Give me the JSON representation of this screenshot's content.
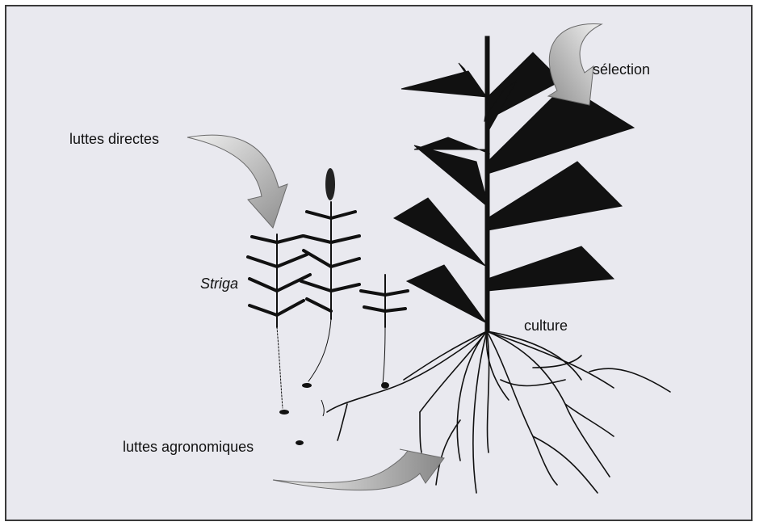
{
  "labels": {
    "selection": "sélection",
    "luttes_directes": "luttes directes",
    "striga": "Striga",
    "culture": "culture",
    "luttes_agronomiques": "luttes agronomiques"
  },
  "colors": {
    "background": "#e9e9ef",
    "plant": "#111111",
    "arrow_light": "#eeeeee",
    "arrow_dark": "#999999"
  }
}
